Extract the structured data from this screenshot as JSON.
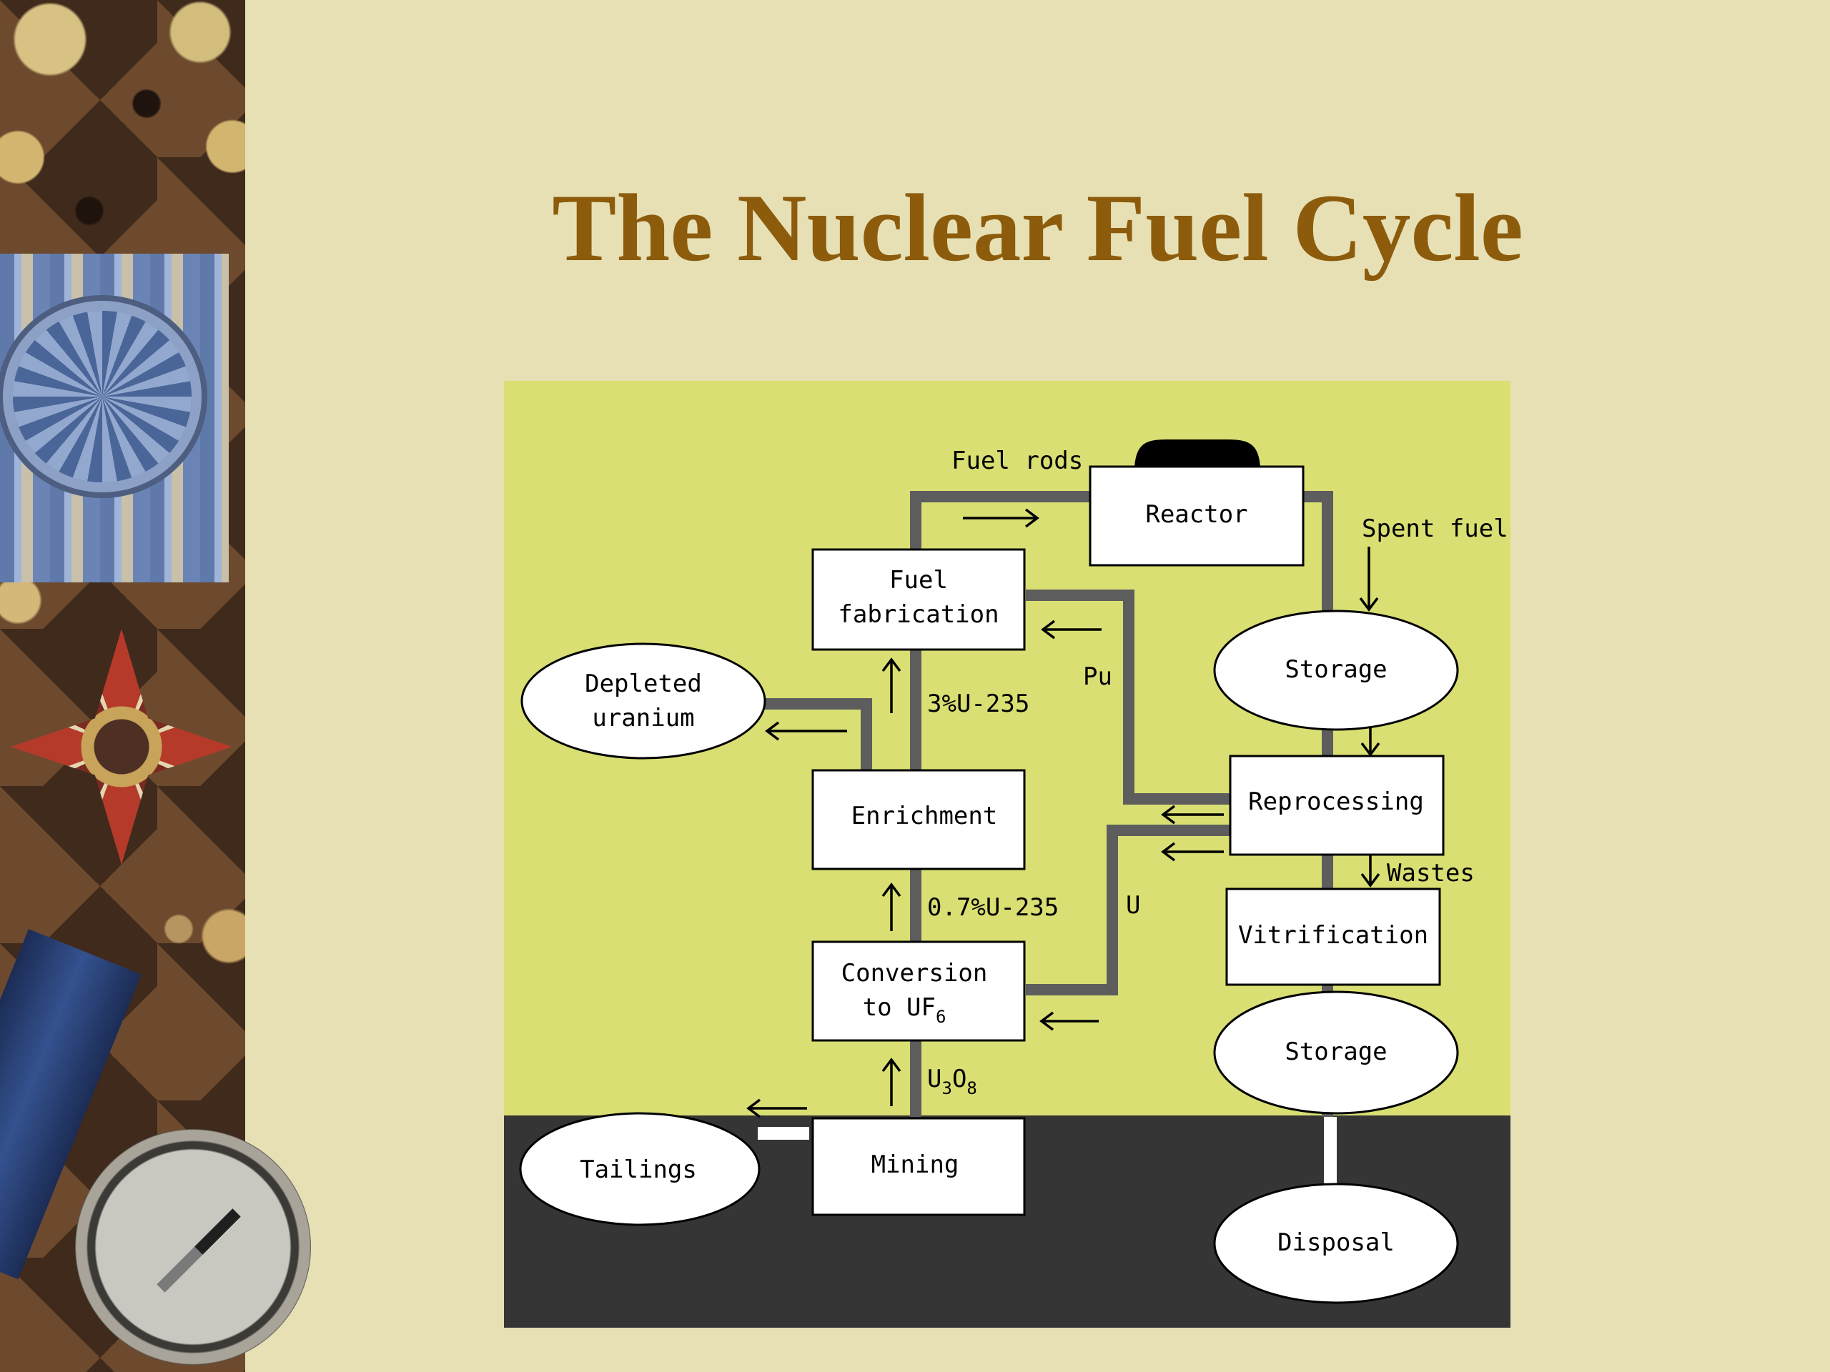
{
  "slide": {
    "title": "The Nuclear Fuel Cycle"
  },
  "colors": {
    "background": "#e7e0b5",
    "title": "#8c5c0c",
    "diagram_background": "#d9df72",
    "ground": "#353535",
    "connector": "#5d5d5d"
  },
  "diagram": {
    "nodes": {
      "reactor": "Reactor",
      "fuel_fabrication_line1": "Fuel",
      "fuel_fabrication_line2": "fabrication",
      "depleted_uranium_line1": "Depleted",
      "depleted_uranium_line2": "uranium",
      "enrichment": "Enrichment",
      "conversion_line1": "Conversion",
      "conversion_line2_text": "to UF",
      "conversion_line2_sub": "6",
      "mining": "Mining",
      "tailings": "Tailings",
      "storage_top": "Storage",
      "reprocessing": "Reprocessing",
      "vitrification": "Vitrification",
      "storage_bottom": "Storage",
      "disposal": "Disposal"
    },
    "labels": {
      "fuel_rods": "Fuel rods",
      "spent_fuel": "Spent fuel",
      "pu": "Pu",
      "u": "U",
      "enriched": "3%U-235",
      "natural": "0.7%U-235",
      "wastes": "Wastes",
      "u3o8_u": "U",
      "u3o8_3": "3",
      "u3o8_o": "O",
      "u3o8_8": "8"
    }
  }
}
